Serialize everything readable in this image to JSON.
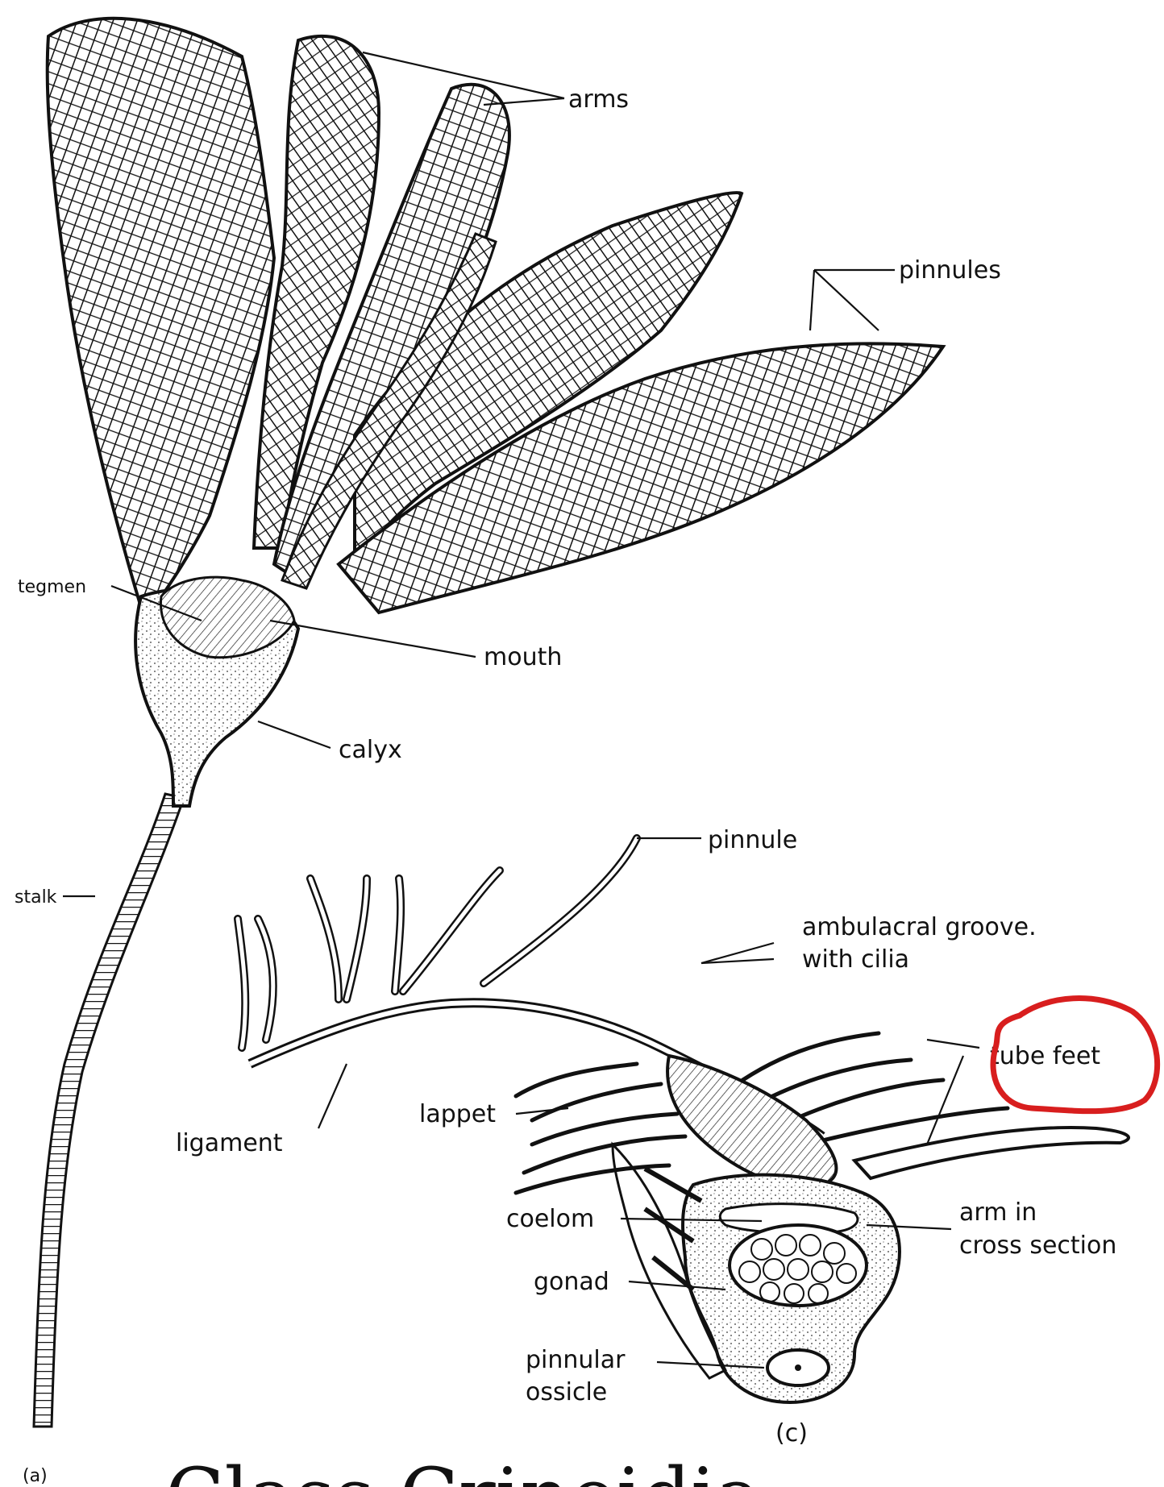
{
  "labels": {
    "arms": "arms",
    "pinnules": "pinnules",
    "tegmen": "tegmen",
    "mouth": "mouth",
    "calyx": "calyx",
    "stalk": "stalk",
    "pinnule": "pinnule",
    "ambulacral_line1": "ambulacral groove.",
    "ambulacral_line2": "with cilia",
    "tube_feet": "tube feet",
    "lappet": "lappet",
    "ligament": "ligament",
    "coelom": "coelom",
    "gonad": "gonad",
    "arm_cross_line1": "arm in",
    "arm_cross_line2": "cross section",
    "pinnular_line1": "pinnular",
    "pinnular_line2": "ossicle"
  },
  "panel_labels": {
    "a": "(a)",
    "c": "(c)"
  },
  "title": "Class Crinoidia",
  "annotation": {
    "highlight_color": "#d81e1e",
    "highlighted_label": "tube feet"
  }
}
